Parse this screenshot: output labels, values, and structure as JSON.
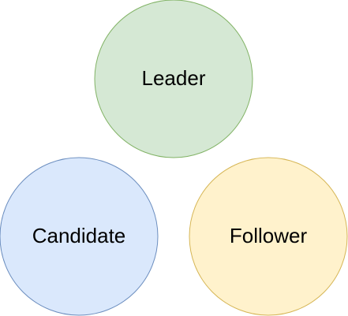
{
  "diagram": {
    "nodes": [
      {
        "id": "leader",
        "label": "Leader",
        "fill": "#d5e8d4",
        "stroke": "#82b366"
      },
      {
        "id": "candidate",
        "label": "Candidate",
        "fill": "#dae8fc",
        "stroke": "#6c8ebf"
      },
      {
        "id": "follower",
        "label": "Follower",
        "fill": "#fff2cc",
        "stroke": "#d6b656"
      }
    ]
  }
}
